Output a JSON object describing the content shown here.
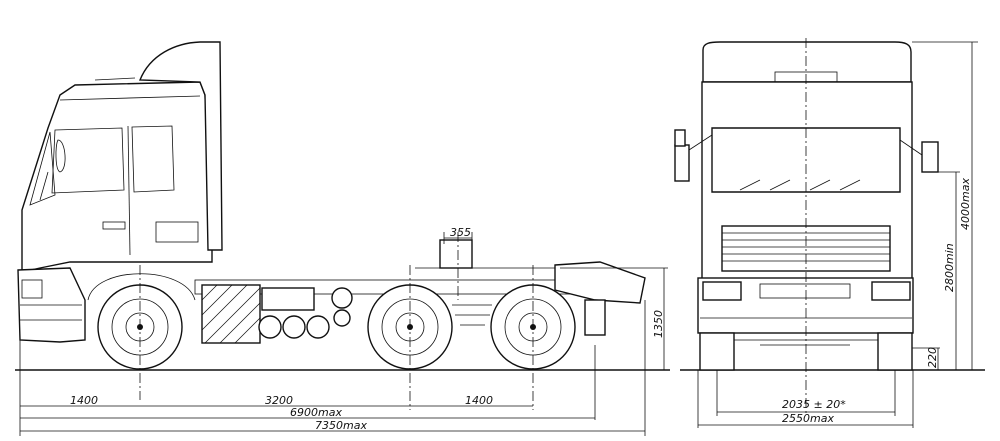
{
  "side_view": {
    "dims": {
      "front_overhang": "1400",
      "wheelbase_front": "3200",
      "rear_axle_spacing": "1400",
      "length_frame": "6900max",
      "overall_length": "7350max",
      "fifth_wheel_offset": "355",
      "fifth_wheel_height": "1350"
    }
  },
  "front_view": {
    "dims": {
      "overall_height": "4000max",
      "cab_height": "2800min",
      "ground_clearance": "220",
      "track_width": "2035 ± 20*",
      "overall_width": "2550max"
    }
  }
}
